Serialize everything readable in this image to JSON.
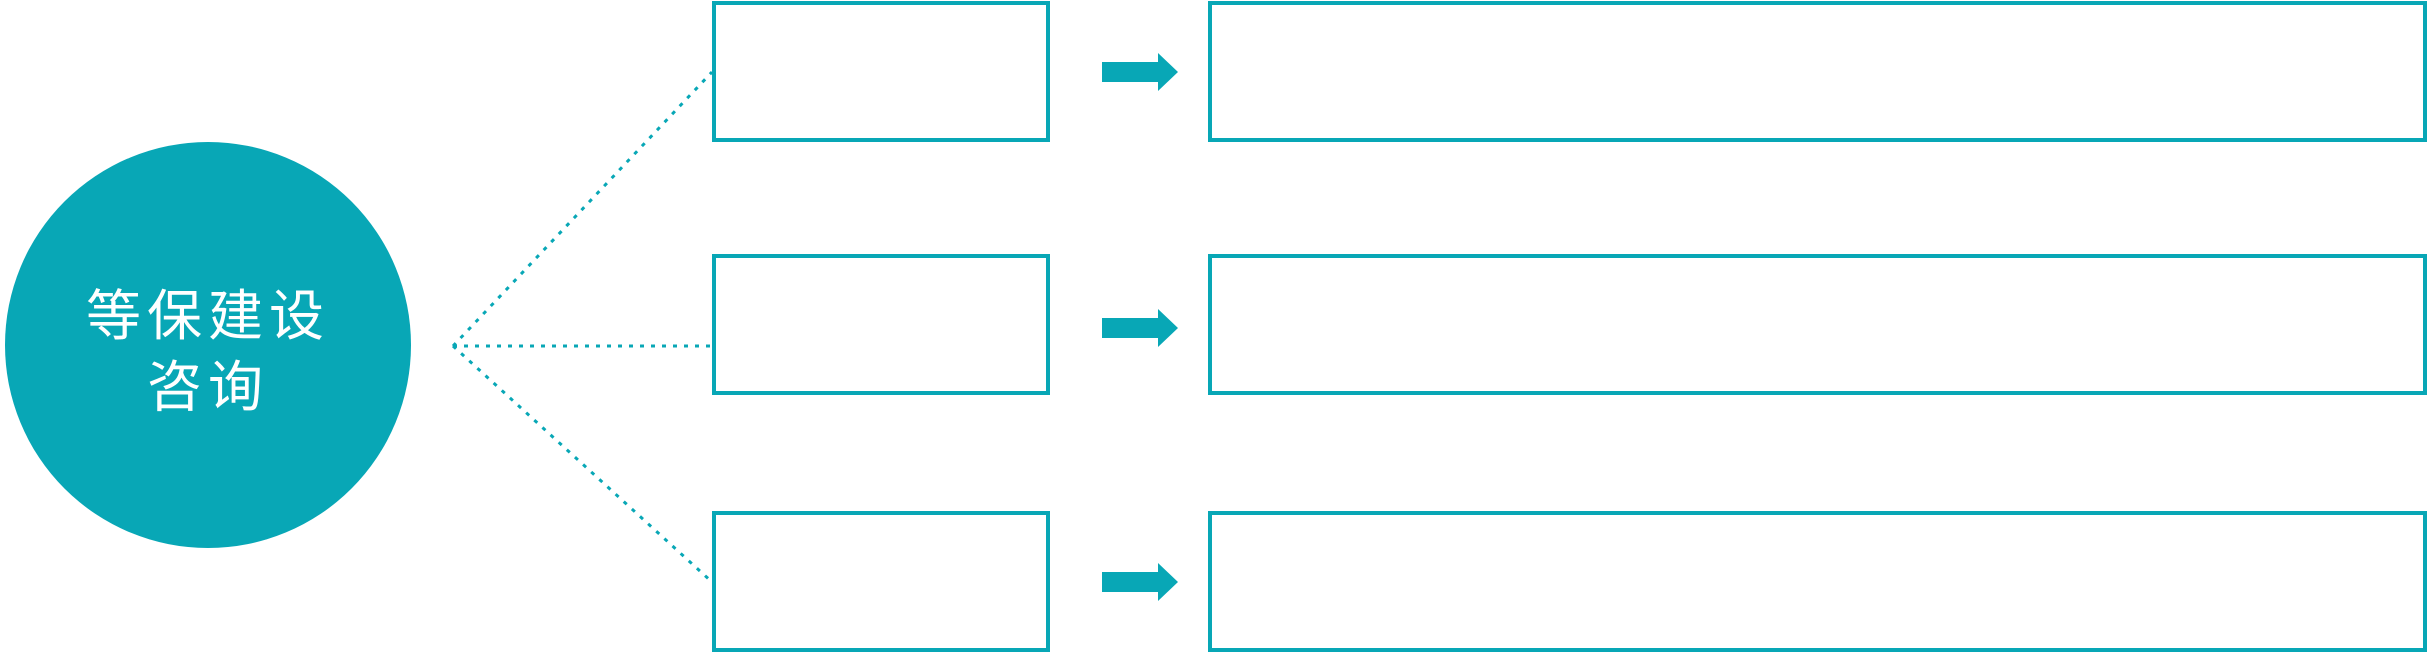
{
  "accent_color": "#08a7b6",
  "background_color": "#ffffff",
  "diagram": {
    "root": {
      "label_line1": "等保建设",
      "label_line2": "咨询"
    },
    "rows": [
      {
        "branch_label": "",
        "arrow_icon": "arrow-right",
        "detail_label": ""
      },
      {
        "branch_label": "",
        "arrow_icon": "arrow-right",
        "detail_label": ""
      },
      {
        "branch_label": "",
        "arrow_icon": "arrow-right",
        "detail_label": ""
      }
    ]
  }
}
